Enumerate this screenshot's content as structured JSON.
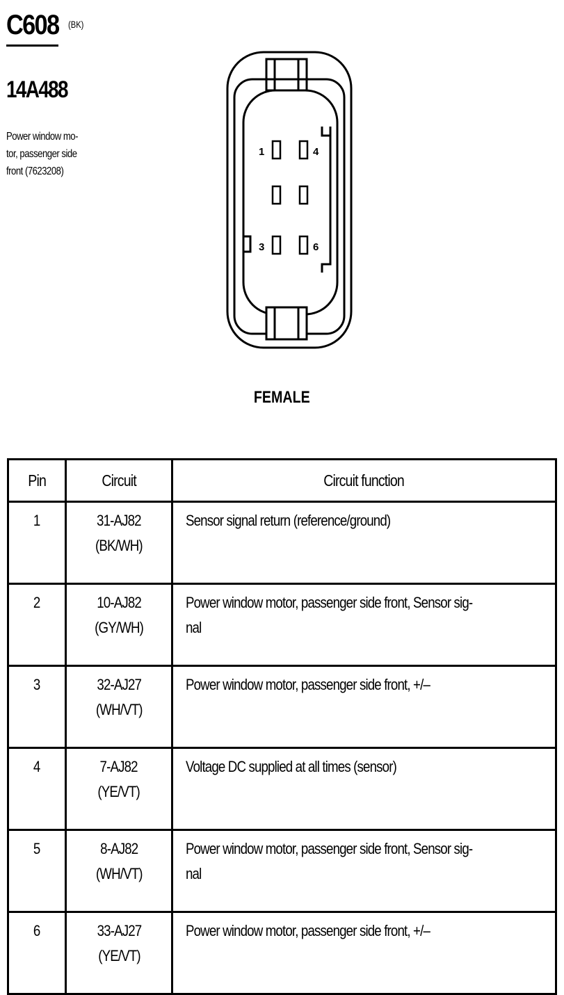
{
  "header": {
    "connector_id": "C608",
    "connector_color": "(BK)",
    "part_number": "14A488",
    "description": "Power window mo-\ntor, passenger side\nfront (7623208)"
  },
  "diagram": {
    "gender": "FEMALE",
    "pin_labels": [
      "1",
      "4",
      "3",
      "6"
    ]
  },
  "table": {
    "headers": [
      "Pin",
      "Circuit",
      "Circuit function"
    ],
    "rows": [
      {
        "pin": "1",
        "circuit": "31-AJ82",
        "color": "(BK/WH)",
        "function": "Sensor signal return (reference/ground)"
      },
      {
        "pin": "2",
        "circuit": "10-AJ82",
        "color": "(GY/WH)",
        "function": "Power window motor, passenger side front, Sensor sig-\nnal"
      },
      {
        "pin": "3",
        "circuit": "32-AJ27",
        "color": "(WH/VT)",
        "function": "Power window motor, passenger side front, +/–"
      },
      {
        "pin": "4",
        "circuit": "7-AJ82",
        "color": "(YE/VT)",
        "function": "Voltage DC supplied at all times (sensor)"
      },
      {
        "pin": "5",
        "circuit": "8-AJ82",
        "color": "(WH/VT)",
        "function": "Power window motor, passenger side front, Sensor sig-\nnal"
      },
      {
        "pin": "6",
        "circuit": "33-AJ27",
        "color": "(YE/VT)",
        "function": "Power window motor, passenger side front, +/–"
      }
    ]
  }
}
